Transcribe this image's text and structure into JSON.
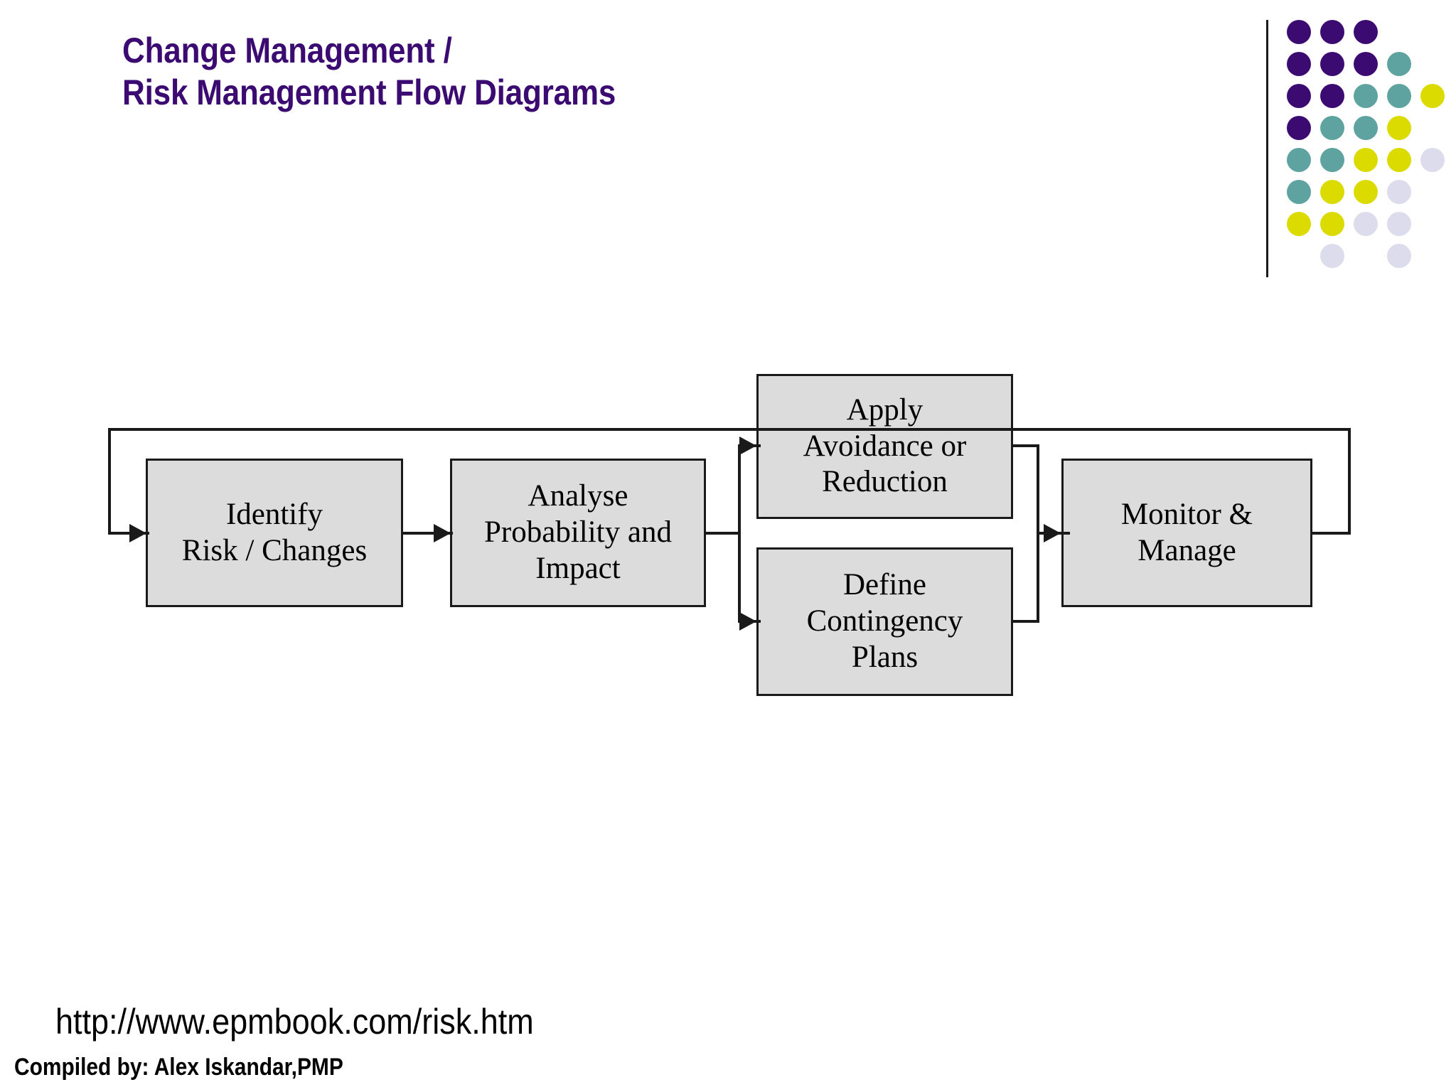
{
  "slide": {
    "title": "Change Management /\nRisk Management Flow Diagrams",
    "background_color": "#FFFFFF",
    "title_color": "#3B0B72"
  },
  "logo": {
    "name": "dot-grid-logo",
    "divider_color": "#1A1A1A",
    "palette": {
      "purple": "#3B0B72",
      "teal": "#5FA3A0",
      "yellow": "#DBDB00",
      "lavender": "#DCDCEC"
    },
    "grid": [
      [
        "purple",
        "purple",
        "purple",
        "",
        ""
      ],
      [
        "purple",
        "purple",
        "purple",
        "teal",
        ""
      ],
      [
        "purple",
        "purple",
        "teal",
        "teal",
        "yellow"
      ],
      [
        "purple",
        "teal",
        "teal",
        "yellow",
        ""
      ],
      [
        "teal",
        "teal",
        "yellow",
        "yellow",
        "lavender"
      ],
      [
        "teal",
        "yellow",
        "yellow",
        "lavender",
        ""
      ],
      [
        "yellow",
        "yellow",
        "lavender",
        "lavender",
        ""
      ],
      [
        "",
        "lavender",
        "",
        "lavender",
        ""
      ]
    ]
  },
  "diagram": {
    "title": "Risk Management Flow Diagram",
    "box_fill": "#DCDCDC",
    "box_border": "#1A1A1A",
    "nodes": [
      {
        "id": "identify",
        "label": "Identify\nRisk / Changes"
      },
      {
        "id": "analyse",
        "label": "Analyse\nProbability and\nImpact"
      },
      {
        "id": "apply",
        "label": "Apply\nAvoidance or\nReduction"
      },
      {
        "id": "contingency",
        "label": "Define\nContingency\nPlans"
      },
      {
        "id": "monitor",
        "label": "Monitor &\nManage"
      }
    ],
    "edges": [
      {
        "from": "feedback",
        "to": "identify"
      },
      {
        "from": "identify",
        "to": "analyse"
      },
      {
        "from": "analyse",
        "to": "apply"
      },
      {
        "from": "analyse",
        "to": "contingency"
      },
      {
        "from": "apply",
        "to": "monitor"
      },
      {
        "from": "contingency",
        "to": "monitor"
      },
      {
        "from": "monitor",
        "to": "feedback"
      }
    ]
  },
  "footer": {
    "source_url": "http://www.epmbook.com/risk.htm",
    "compiled_by": "Compiled by: Alex Iskandar,PMP"
  }
}
